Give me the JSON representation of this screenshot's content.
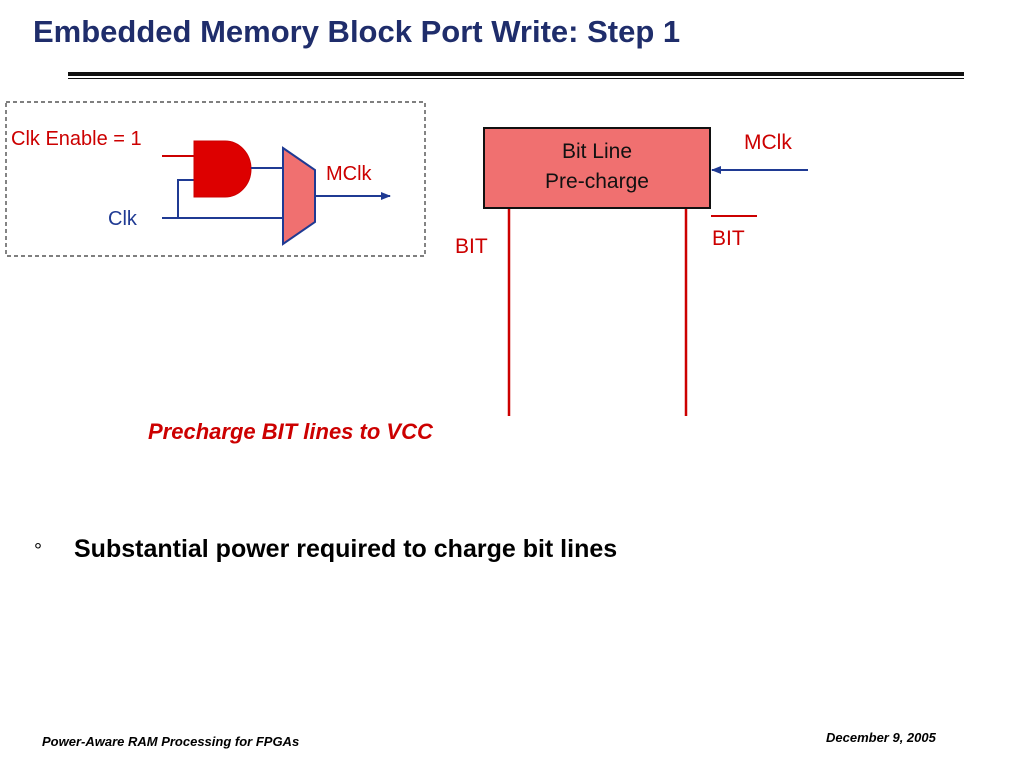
{
  "slide": {
    "title": "Embedded Memory Block Port Write: Step 1",
    "caption": "Precharge BIT lines to VCC",
    "bullets": [
      {
        "marker": "°",
        "text": "Substantial power required to charge bit lines"
      }
    ],
    "footer_left": "Power-Aware RAM Processing for FPGAs",
    "footer_right": "December 9, 2005"
  },
  "diagram": {
    "clk_enable_label": "Clk Enable = 1",
    "clk_label": "Clk",
    "mclk_out_label": "MClk",
    "precharge_line1": "Bit Line",
    "precharge_line2": "Pre-charge",
    "mclk_in_label": "MClk",
    "bit_label": "BIT",
    "bit_bar_label": "BIT"
  },
  "colors": {
    "title": "#1f2d6b",
    "red_text": "#cc0000",
    "blue_text": "#1f3a93",
    "gate_fill": "#dd0000",
    "mux_fill": "#f07070",
    "box_fill": "#f07070",
    "wire_blue": "#1f3a93",
    "bit_line_red": "#cc0000"
  }
}
